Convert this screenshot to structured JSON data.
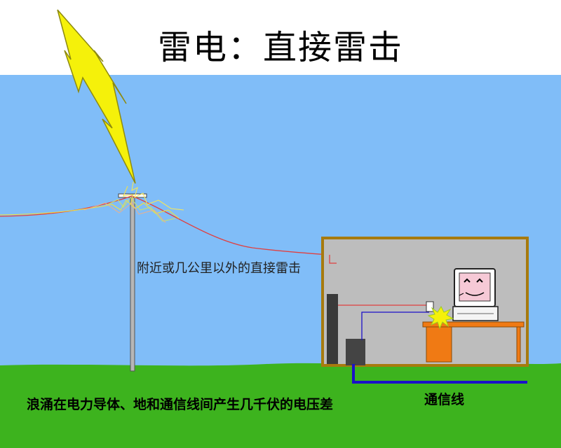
{
  "title": "雷电：直接雷击",
  "labels": {
    "strike_note": "附近或几公里以外的直接雷击",
    "comm_line": "通信线",
    "surge_note": "浪涌在电力导体、地和通信线间产生几千伏的电压差"
  },
  "colors": {
    "sky": "#80bdf8",
    "ground": "#3db31e",
    "lightning": "#f5f10a",
    "house_wall": "#bdbdbd",
    "house_frame": "#a77a0e",
    "desk": "#f07a14",
    "comm_line": "#1b10c9",
    "power_line": "#e04040"
  },
  "icons": [
    "lightning-bolt-icon",
    "utility-pole-icon",
    "computer-monitor-icon",
    "spark-icon"
  ]
}
